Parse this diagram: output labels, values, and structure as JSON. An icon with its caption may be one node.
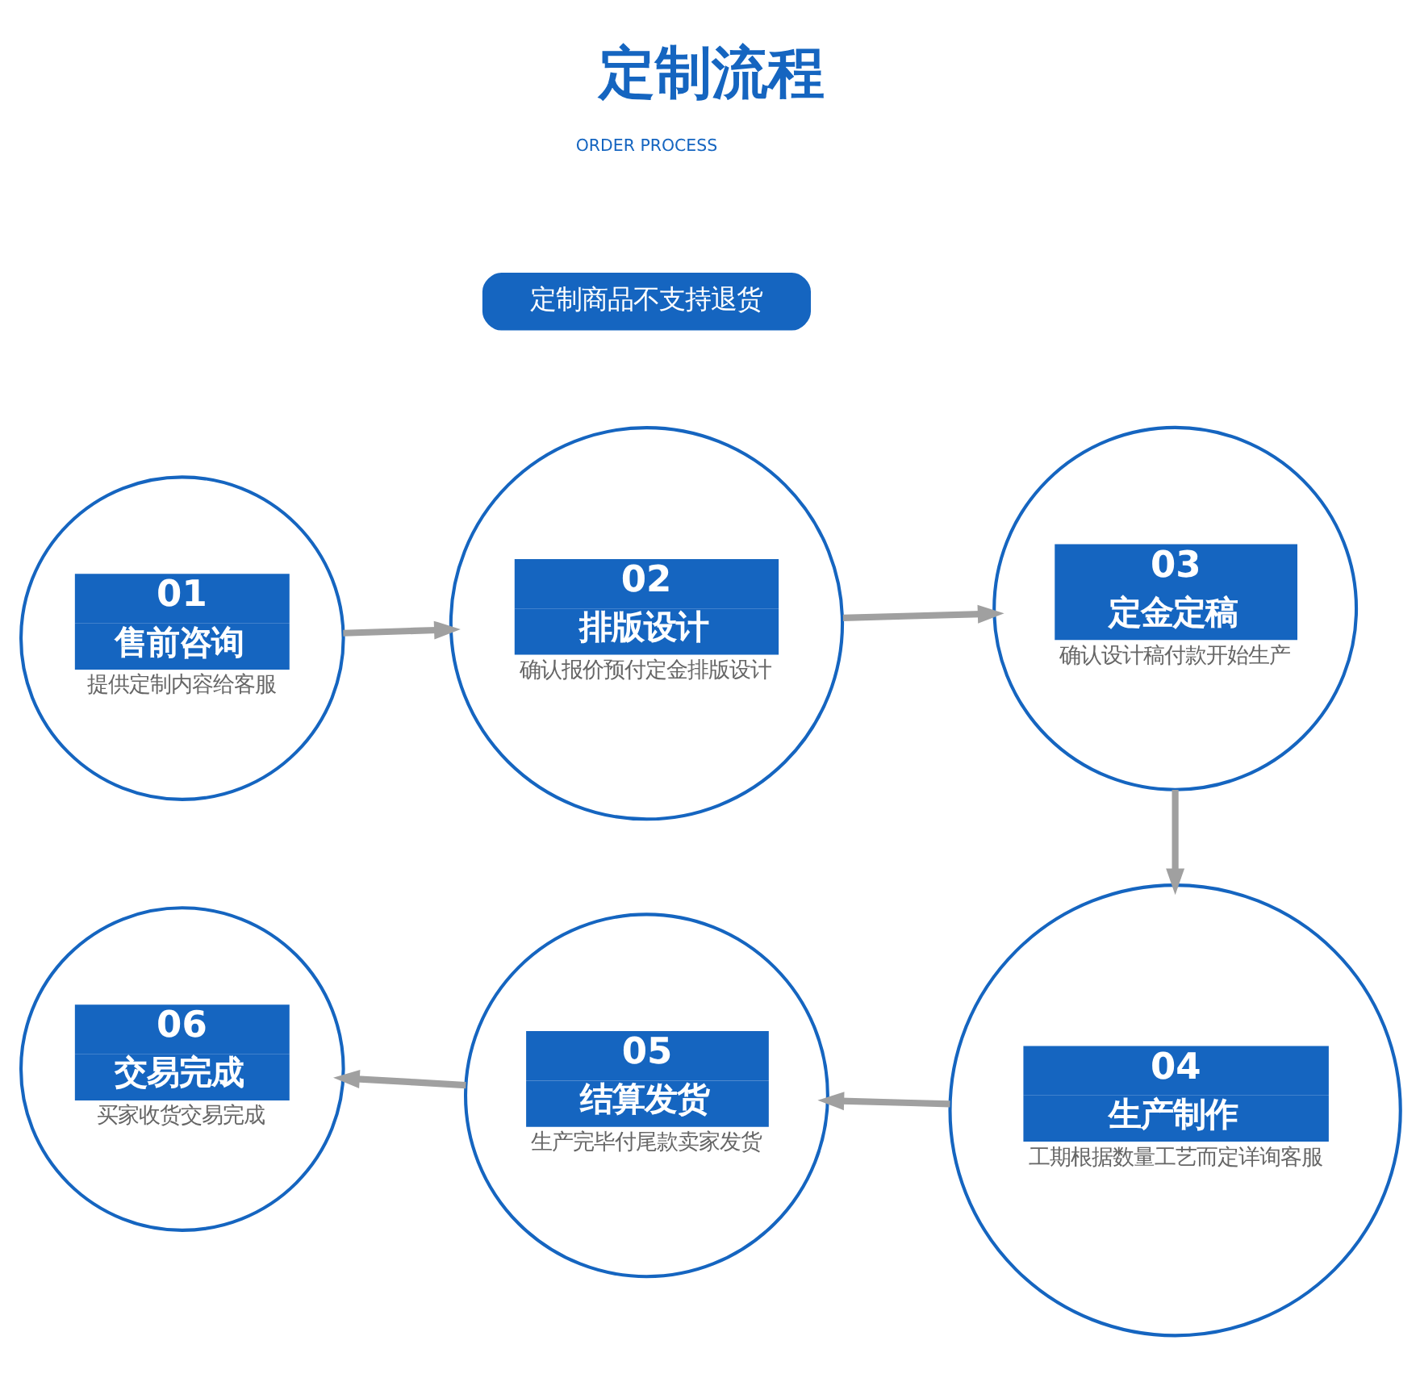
{
  "diagram": {
    "title": "定制流程",
    "nodes": [
      {
        "text": [
          "定制商品不支持退货"
        ]
      },
      {
        "text": [
          "01",
          "售前咨询",
          "提供定制内容给客服"
        ]
      },
      {
        "text": [
          "02",
          "排版设计",
          "确认报价预付定金排版设计"
        ]
      },
      {
        "text": [
          "03",
          "定金定稿",
          "确认设计稿付款开始生产"
        ]
      },
      {
        "text": [
          "04",
          "生产制作",
          "工期根据数量工艺而定详询客服"
        ]
      },
      {
        "text": [
          "05",
          "结算发货",
          "生产完毕付尾款卖家发货"
        ]
      },
      {
        "text": [
          "06",
          "交易完成",
          "买家收货交易完成"
        ]
      }
    ],
    "edges": [
      {
        "from": 1,
        "to": 2,
        "arrow": "to"
      },
      {
        "from": 2,
        "to": 3,
        "arrow": "to"
      },
      {
        "from": 3,
        "to": 4,
        "arrow": "to"
      },
      {
        "from": 4,
        "to": 5,
        "arrow": "to"
      },
      {
        "from": 5,
        "to": 6,
        "arrow": "to"
      }
    ],
    "labels": [
      "ORDER PROCESS"
    ]
  }
}
